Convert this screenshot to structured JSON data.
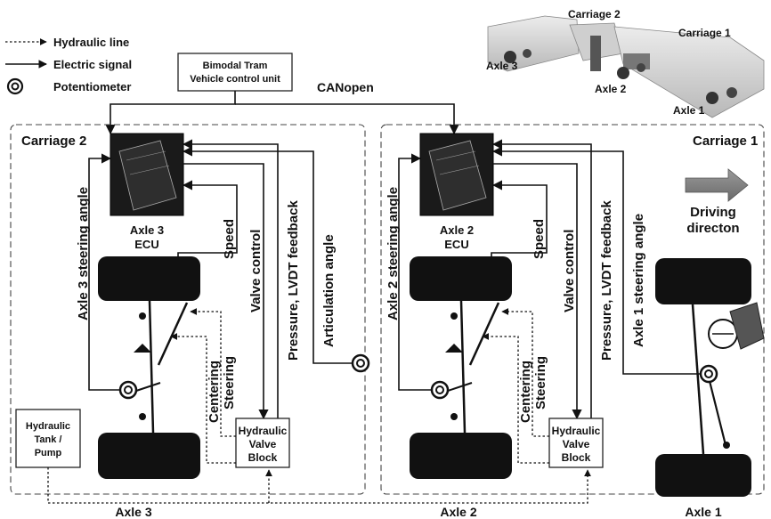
{
  "legend": {
    "hydraulic": "Hydraulic line",
    "electric": "Electric signal",
    "potentiometer": "Potentiometer"
  },
  "vcu": {
    "line1": "Bimodal Tram",
    "line2": "Vehicle control unit"
  },
  "bus": "CANopen",
  "carriage2": "Carriage 2",
  "carriage1": "Carriage 1",
  "tram_labels": {
    "carriage2": "Carriage 2",
    "carriage1": "Carriage 1",
    "axle3": "Axle 3",
    "axle2": "Axle 2",
    "axle1": "Axle 1"
  },
  "ecu3": {
    "line1": "Axle 3",
    "line2": "ECU"
  },
  "ecu2": {
    "line1": "Axle 2",
    "line2": "ECU"
  },
  "signals3": {
    "steering": "Axle 3 steering angle",
    "speed": "Speed",
    "valve": "Valve control",
    "pressure": "Pressure, LVDT feedback",
    "articulation": "Articulation angle",
    "centering": "Centering",
    "steer": "Steering"
  },
  "signals2": {
    "steering": "Axle 2 steering angle",
    "speed": "Speed",
    "valve": "Valve control",
    "pressure": "Pressure, LVDT feedback",
    "centering": "Centering",
    "steer": "Steering"
  },
  "signal1": "Axle 1 steering angle",
  "valve3": {
    "l1": "Hydraulic",
    "l2": "Valve",
    "l3": "Block"
  },
  "valve2": {
    "l1": "Hydraulic",
    "l2": "Valve",
    "l3": "Block"
  },
  "tank": {
    "l1": "Hydraulic",
    "l2": "Tank /",
    "l3": "Pump"
  },
  "driving": {
    "l1": "Driving",
    "l2": "directon"
  },
  "axles": {
    "axle3": "Axle 3",
    "axle2": "Axle 2",
    "axle1": "Axle 1"
  }
}
